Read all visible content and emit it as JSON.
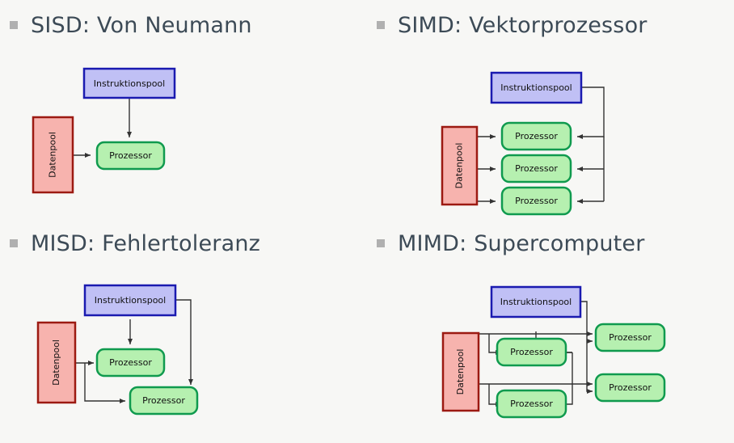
{
  "slide": {
    "background_color": "#f7f7f5",
    "bullet_marker_color": "#b0b0b0",
    "title_color": "#3c4a56"
  },
  "labels": {
    "instruction_pool": "Instruktionspool",
    "data_pool": "Datenpool",
    "processor": "Prozessor"
  },
  "colors": {
    "instruction_pool_fill": "#c0c0f5",
    "instruction_pool_stroke": "#1a1ab0",
    "data_pool_fill": "#f7b3ae",
    "data_pool_stroke": "#9c1a12",
    "processor_fill": "#b6f0b0",
    "processor_stroke": "#0f9a4e",
    "wire": "#333333"
  },
  "quadrants": [
    {
      "id": "sisd",
      "title": "SISD: Von Neumann",
      "instruction_pools": 1,
      "data_pools": 1,
      "processors": 1
    },
    {
      "id": "simd",
      "title": "SIMD: Vektorprozessor",
      "instruction_pools": 1,
      "data_pools": 1,
      "processors": 3
    },
    {
      "id": "misd",
      "title": "MISD: Fehlertoleranz",
      "instruction_pools": 1,
      "data_pools": 1,
      "processors": 2
    },
    {
      "id": "mimd",
      "title": "MIMD: Supercomputer",
      "instruction_pools": 1,
      "data_pools": 1,
      "processors": 4
    }
  ]
}
